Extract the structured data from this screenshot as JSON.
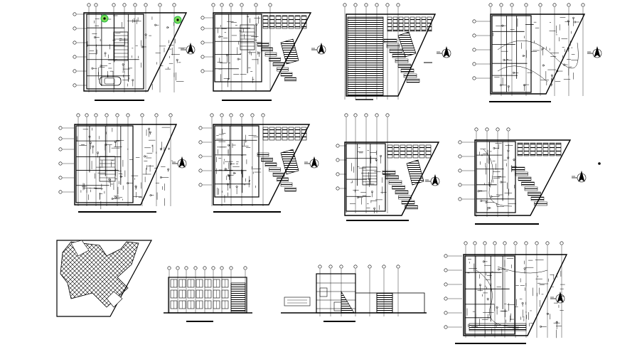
{
  "sheet": {
    "background": "#ffffff",
    "line_color": "#000000",
    "accent_color": "#22bb44",
    "drawings": [
      {
        "kind": "floor-plan",
        "variant": "ground-floor-furnished"
      },
      {
        "kind": "floor-plan",
        "variant": "first-floor-parking-ramps"
      },
      {
        "kind": "floor-plan",
        "variant": "basement-parking"
      },
      {
        "kind": "floor-plan",
        "variant": "roof-plan"
      },
      {
        "kind": "floor-plan",
        "variant": "electrical-layout"
      },
      {
        "kind": "floor-plan",
        "variant": "electrical-parking"
      },
      {
        "kind": "floor-plan",
        "variant": "plumbing-parking"
      },
      {
        "kind": "floor-plan",
        "variant": "lighting-parking"
      },
      {
        "kind": "hatch-plan",
        "variant": "paving-pattern"
      },
      {
        "kind": "elevation",
        "variant": "front-elevation"
      },
      {
        "kind": "section",
        "variant": "side-section"
      },
      {
        "kind": "floor-plan",
        "variant": "services-layout"
      }
    ],
    "icons": [
      "north-arrow-icon",
      "plant-icon",
      "car-icon",
      "grid-bubble-icon"
    ]
  }
}
